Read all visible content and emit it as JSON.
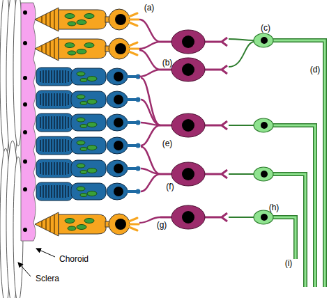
{
  "diagram": {
    "labels": [
      "(a)",
      "(b)",
      "(c)",
      "(d)",
      "(e)",
      "(f)",
      "(g)",
      "(h)",
      "(i)",
      "Choroid",
      "Sclera"
    ]
  }
}
